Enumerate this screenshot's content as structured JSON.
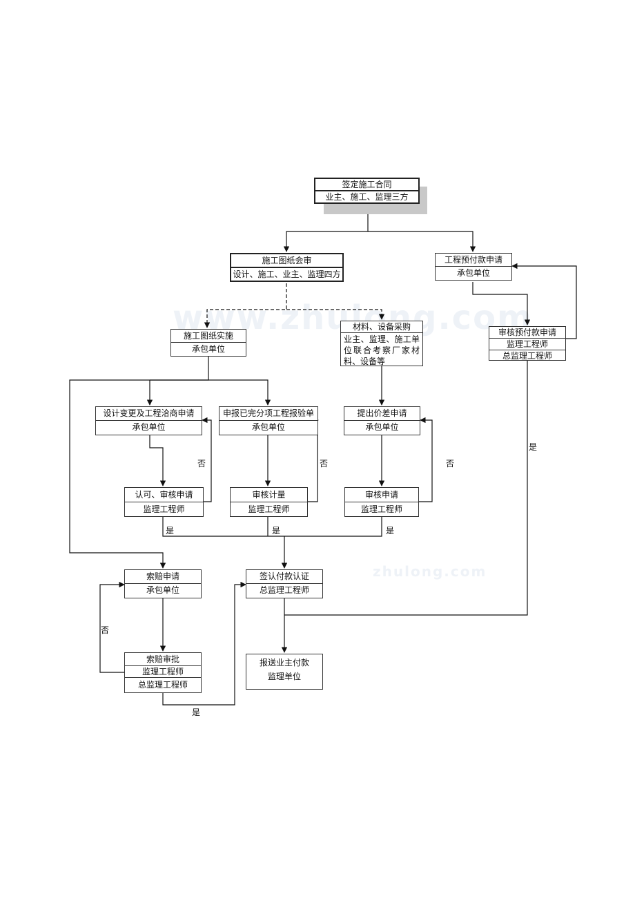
{
  "watermarks": [
    "www.zhulong.com",
    "zhulong.com"
  ],
  "nodes": {
    "contract": [
      "签定施工合同",
      "业主、施工、监理三方"
    ],
    "review": [
      "施工图纸会审",
      "设计、施工、业主、监理四方"
    ],
    "advance": [
      "工程预付款申请",
      "承包单位"
    ],
    "drawing_impl": [
      "施工图纸实施",
      "承包单位"
    ],
    "material": [
      "材料、设备采购",
      "业主、监理、施工单位联合考察厂家材料、设备等"
    ],
    "audit_advance": [
      "审核预付款申请",
      "监理工程师",
      "总监理工程师"
    ],
    "design_change": [
      "设计变更及工程洽商申请",
      "承包单位"
    ],
    "report_done": [
      "申报已完分项工程报验单",
      "承包单位"
    ],
    "price_diff": [
      "提出价差申请",
      "承包单位"
    ],
    "approve_app": [
      "认可、审核申请",
      "监理工程师"
    ],
    "audit_measure": [
      "审核计量",
      "监理工程师"
    ],
    "audit_app": [
      "审核申请",
      "监理工程师"
    ],
    "claim": [
      "索赔申请",
      "承包单位"
    ],
    "sign_pay": [
      "签认付款认证",
      "总监理工程师"
    ],
    "claim_approve": [
      "索赔审批",
      "监理工程师",
      "总监理工程师"
    ],
    "submit_owner": [
      "报送业主付款",
      "监理单位"
    ]
  },
  "labels": {
    "no": "否",
    "yes": "是"
  }
}
